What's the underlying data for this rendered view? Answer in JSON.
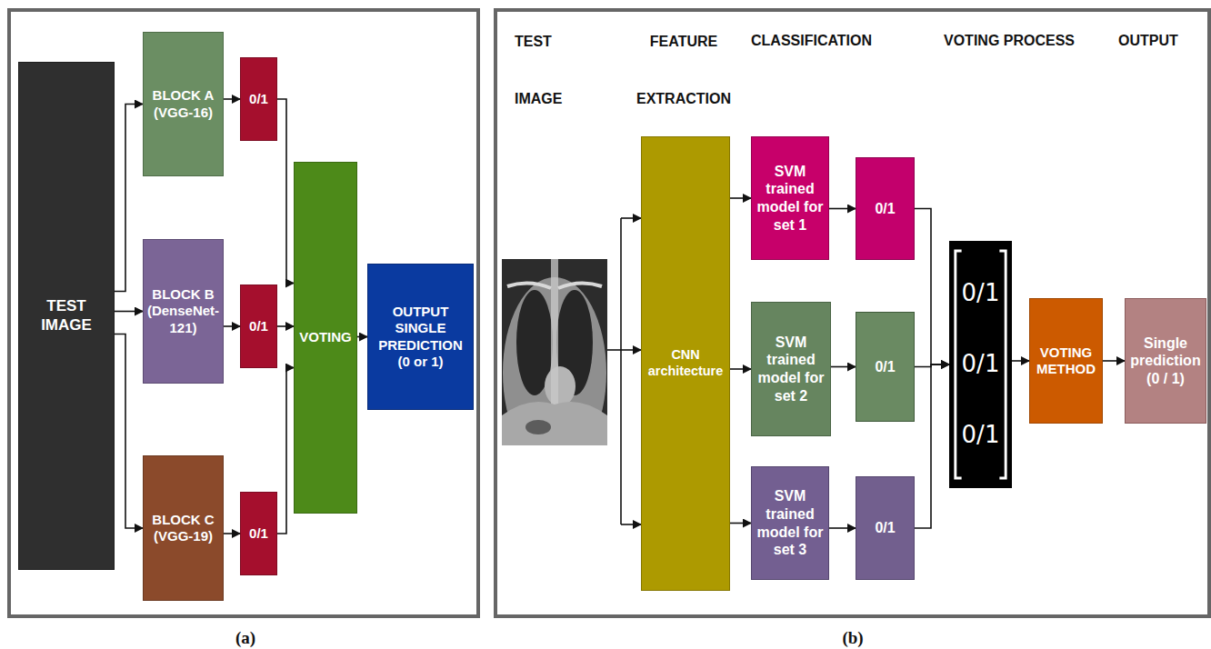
{
  "diagram": {
    "nodes": [
      {
        "text": [
          "TEST IMAGE"
        ]
      },
      {
        "text": [
          "BLOCK A (VGG-16)"
        ]
      },
      {
        "text": [
          "0/1"
        ]
      },
      {
        "text": [
          "BLOCK B (DenseNet-121)"
        ]
      },
      {
        "text": [
          "0/1"
        ]
      },
      {
        "text": [
          "BLOCK C (VGG-19)"
        ]
      },
      {
        "text": [
          "0/1"
        ]
      },
      {
        "text": [
          "VOTING"
        ]
      },
      {
        "text": [
          "OUTPUT SINGLE PREDICTION (0 or 1)"
        ]
      },
      {
        "text": [
          "CNN architecture"
        ]
      },
      {
        "text": [
          "SVM trained model for set 1"
        ]
      },
      {
        "text": [
          "0/1"
        ]
      },
      {
        "text": [
          "SVM trained model for set 2"
        ]
      },
      {
        "text": [
          "0/1"
        ]
      },
      {
        "text": [
          "SVM trained model for set 3"
        ]
      },
      {
        "text": [
          "0/1"
        ]
      },
      {
        "text": [
          "0/1",
          "0/1",
          "0/1"
        ]
      },
      {
        "text": [
          "VOTING METHOD"
        ]
      },
      {
        "text": [
          "Single prediction (0 / 1)"
        ]
      }
    ],
    "edges": [
      {
        "from": 0,
        "to": 1,
        "arrow": "to"
      },
      {
        "from": 0,
        "to": 3,
        "arrow": "to"
      },
      {
        "from": 0,
        "to": 5,
        "arrow": "to"
      },
      {
        "from": 1,
        "to": 2,
        "arrow": "to"
      },
      {
        "from": 3,
        "to": 4,
        "arrow": "to"
      },
      {
        "from": 5,
        "to": 6,
        "arrow": "to"
      },
      {
        "from": 2,
        "to": 7,
        "arrow": "to"
      },
      {
        "from": 4,
        "to": 7,
        "arrow": "to"
      },
      {
        "from": 6,
        "to": 7,
        "arrow": "to"
      },
      {
        "from": 7,
        "to": 8,
        "arrow": "to"
      },
      {
        "from": 9,
        "to": 10,
        "arrow": "to"
      },
      {
        "from": 9,
        "to": 12,
        "arrow": "to"
      },
      {
        "from": 9,
        "to": 14,
        "arrow": "to"
      },
      {
        "from": 10,
        "to": 11,
        "arrow": "to"
      },
      {
        "from": 12,
        "to": 13,
        "arrow": "to"
      },
      {
        "from": 14,
        "to": 15,
        "arrow": "to"
      },
      {
        "from": 11,
        "to": 16,
        "arrow": "to"
      },
      {
        "from": 13,
        "to": 16,
        "arrow": "to"
      },
      {
        "from": 15,
        "to": 16,
        "arrow": "to"
      },
      {
        "from": 16,
        "to": 17,
        "arrow": "to"
      },
      {
        "from": 17,
        "to": 18,
        "arrow": "to"
      }
    ],
    "labels": [
      "(a)",
      "TEST IMAGE",
      "FEATURE EXTRACTION",
      "CLASSIFICATION",
      "VOTING PROCESS",
      "OUTPUT",
      "(b)"
    ]
  }
}
